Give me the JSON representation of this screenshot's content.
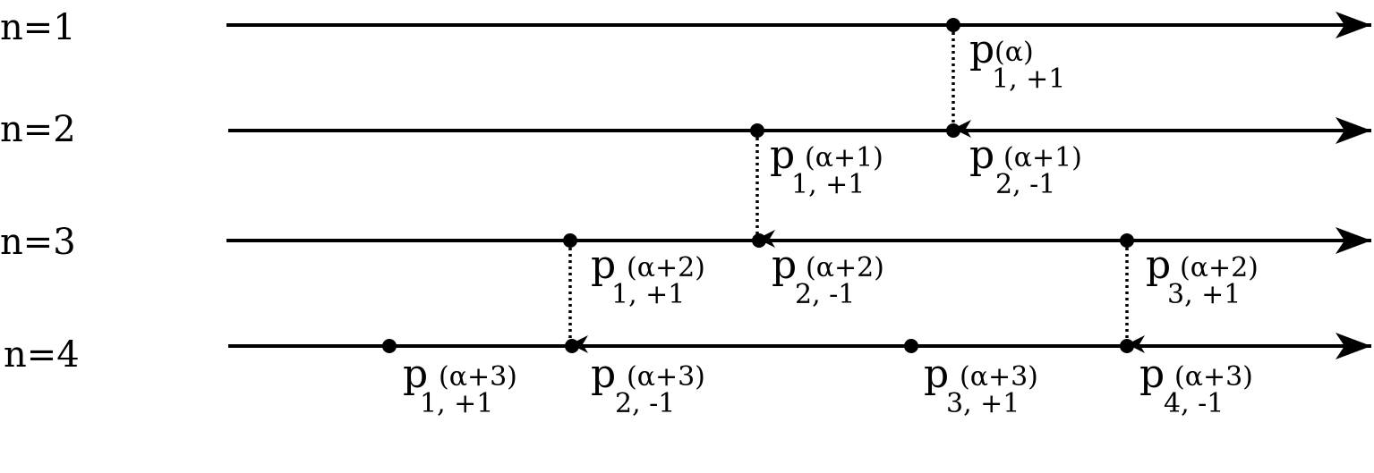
{
  "rows": [
    {
      "label": "n=1",
      "points": [
        {
          "name": "p",
          "sup": "(α)",
          "sub": "1, +1"
        }
      ]
    },
    {
      "label": "n=2",
      "points": [
        {
          "name": "p",
          "sup": "(α+1)",
          "sub": "1, +1"
        },
        {
          "name": "p",
          "sup": "(α+1)",
          "sub": "2, -1"
        }
      ]
    },
    {
      "label": "n=3",
      "points": [
        {
          "name": "p",
          "sup": "(α+2)",
          "sub": "1, +1"
        },
        {
          "name": "p",
          "sup": "(α+2)",
          "sub": "2, -1"
        },
        {
          "name": "p",
          "sup": "(α+2)",
          "sub": "3, +1"
        }
      ]
    },
    {
      "label": "n=4",
      "points": [
        {
          "name": "p",
          "sup": "(α+3)",
          "sub": "1, +1"
        },
        {
          "name": "p",
          "sup": "(α+3)",
          "sub": "2, -1"
        },
        {
          "name": "p",
          "sup": "(α+3)",
          "sub": "3, +1"
        },
        {
          "name": "p",
          "sup": "(α+3)",
          "sub": "4, -1"
        }
      ]
    }
  ],
  "transitions": [
    {
      "from": [
        0,
        0
      ],
      "to": [
        1,
        1
      ]
    },
    {
      "from": [
        1,
        0
      ],
      "to": [
        2,
        1
      ]
    },
    {
      "from": [
        2,
        0
      ],
      "to": [
        3,
        1
      ]
    },
    {
      "from": [
        2,
        2
      ],
      "to": [
        3,
        3
      ]
    }
  ]
}
